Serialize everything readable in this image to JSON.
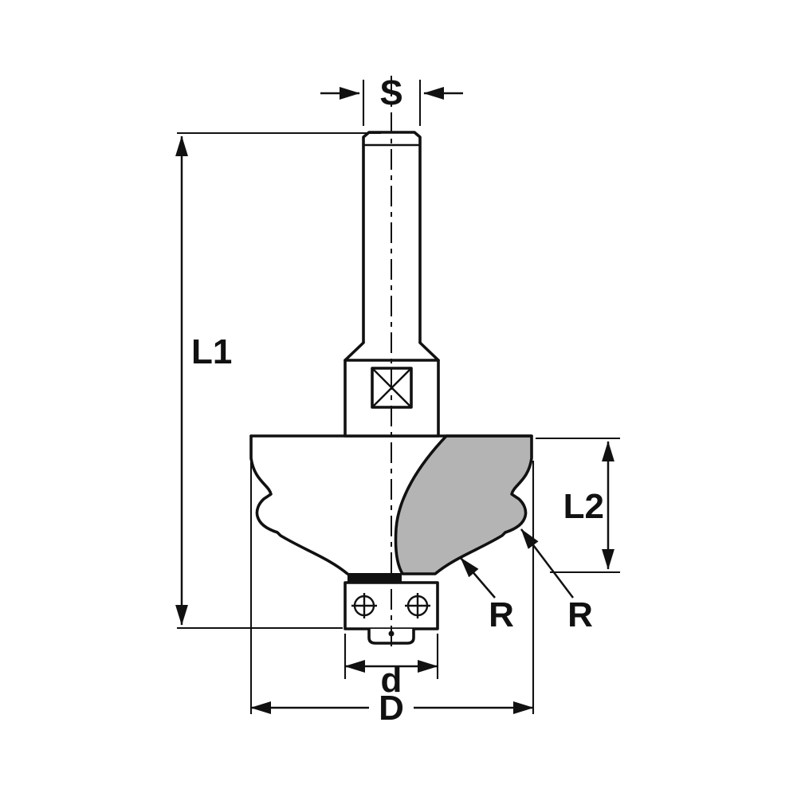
{
  "diagram": {
    "labels": {
      "shank_diameter": "S",
      "overall_length": "L1",
      "cutting_length": "L2",
      "radius_left": "R",
      "radius_right": "R",
      "bearing_diameter": "d",
      "overall_diameter": "D"
    },
    "colors": {
      "line": "#111111",
      "flute_fill": "#b4b4b4",
      "background": "#ffffff"
    }
  }
}
